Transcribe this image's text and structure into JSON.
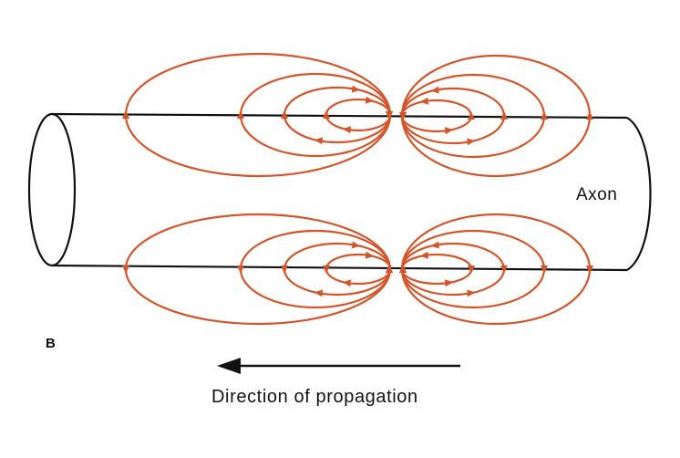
{
  "labels": {
    "axon": "Axon",
    "panel": "B",
    "direction": "Direction of propagation"
  },
  "colors": {
    "current_loop": "#d5552b",
    "outline": "#111111",
    "background": "#ffffff"
  }
}
